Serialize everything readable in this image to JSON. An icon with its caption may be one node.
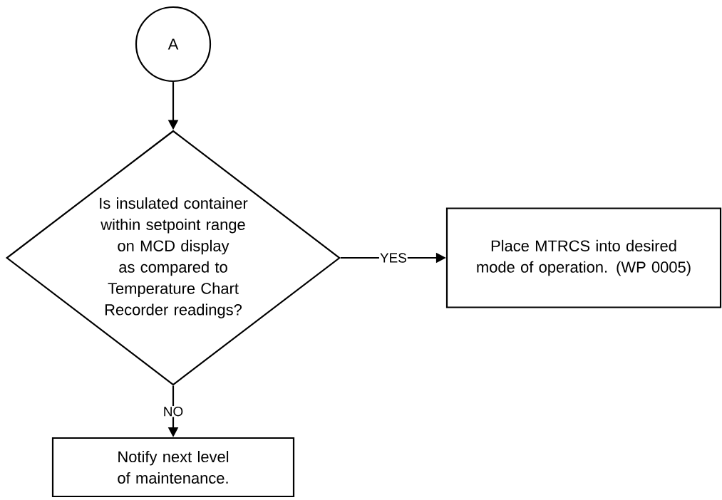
{
  "diagram": {
    "nodes": [
      {
        "text": [
          "A"
        ]
      },
      {
        "text": [
          "Is insulated container within setpoint range on MCD display as compared to Temperature Chart Recorder readings?"
        ]
      },
      {
        "text": [
          "Place MTRCS into desired mode of operation. (WP 0005)"
        ]
      },
      {
        "text": [
          "Notify next level of maintenance."
        ]
      }
    ],
    "edges": [
      {
        "from": 0,
        "to": 1,
        "arrow": "to"
      },
      {
        "from": 1,
        "to": 2,
        "arrow": "to",
        "label": "YES"
      },
      {
        "from": 1,
        "to": 3,
        "arrow": "to",
        "label": "NO"
      }
    ]
  }
}
